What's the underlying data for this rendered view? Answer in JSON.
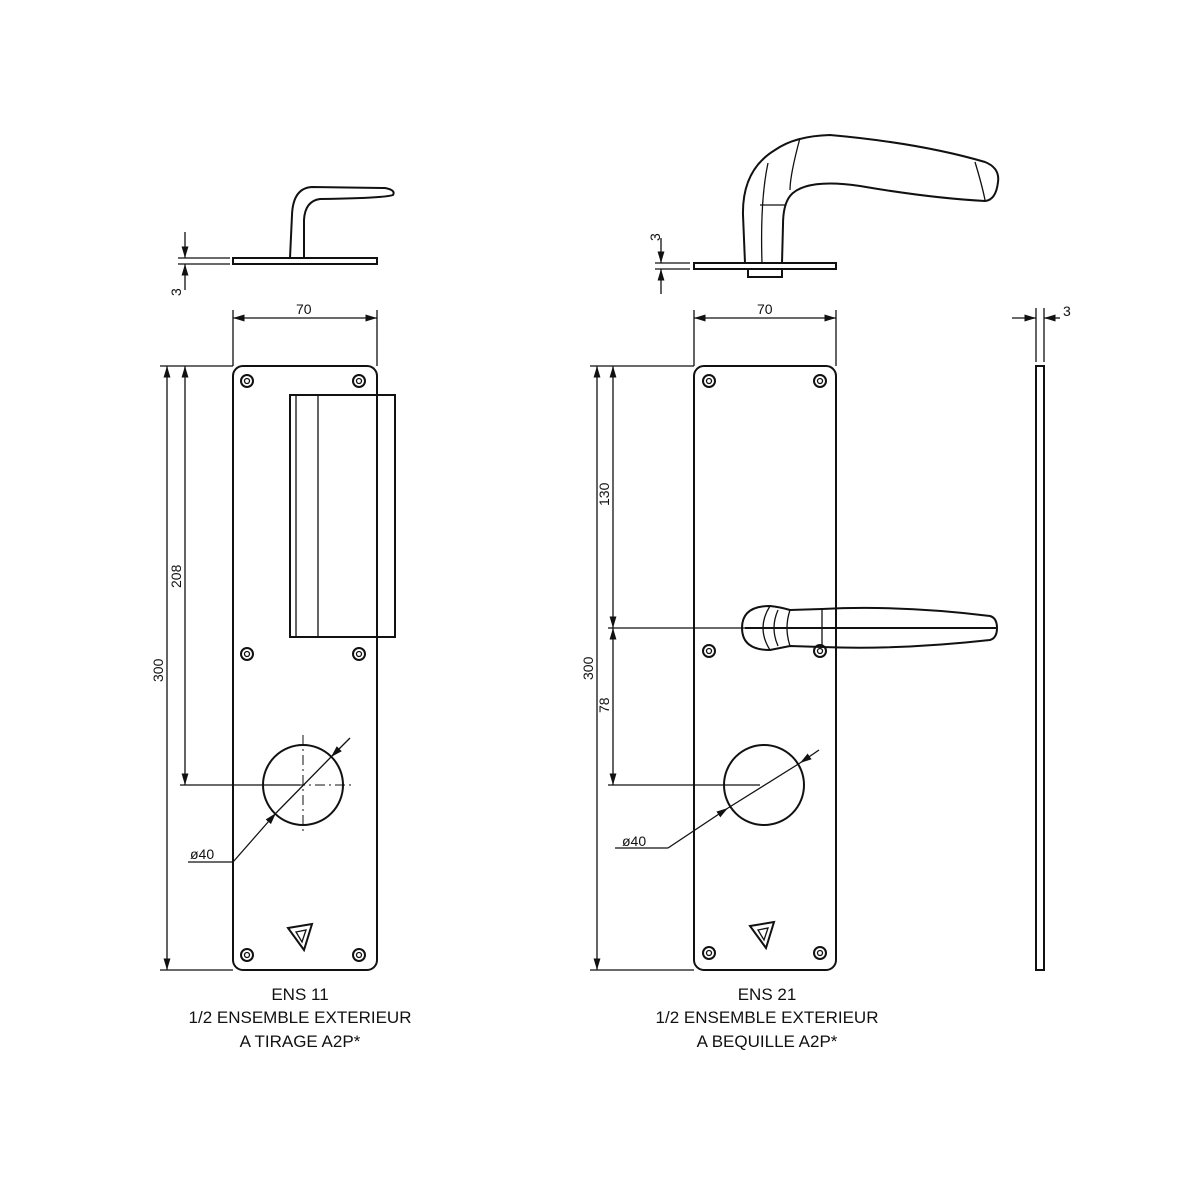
{
  "left": {
    "top_thickness": "3",
    "width": "70",
    "height": "300",
    "handle_to_cylinder": "208",
    "cylinder_diameter": "ø40",
    "caption": [
      "ENS 11",
      "1/2 ENSEMBLE EXTERIEUR",
      "A TIRAGE A2P*"
    ]
  },
  "right": {
    "top_thickness": "3",
    "width": "70",
    "height": "300",
    "top_to_lever": "130",
    "lever_to_cylinder": "78",
    "cylinder_diameter": "ø40",
    "caption": [
      "ENS 21",
      "1/2 ENSEMBLE EXTERIEUR",
      "A BEQUILLE A2P*"
    ]
  },
  "side": {
    "thickness": "3"
  }
}
